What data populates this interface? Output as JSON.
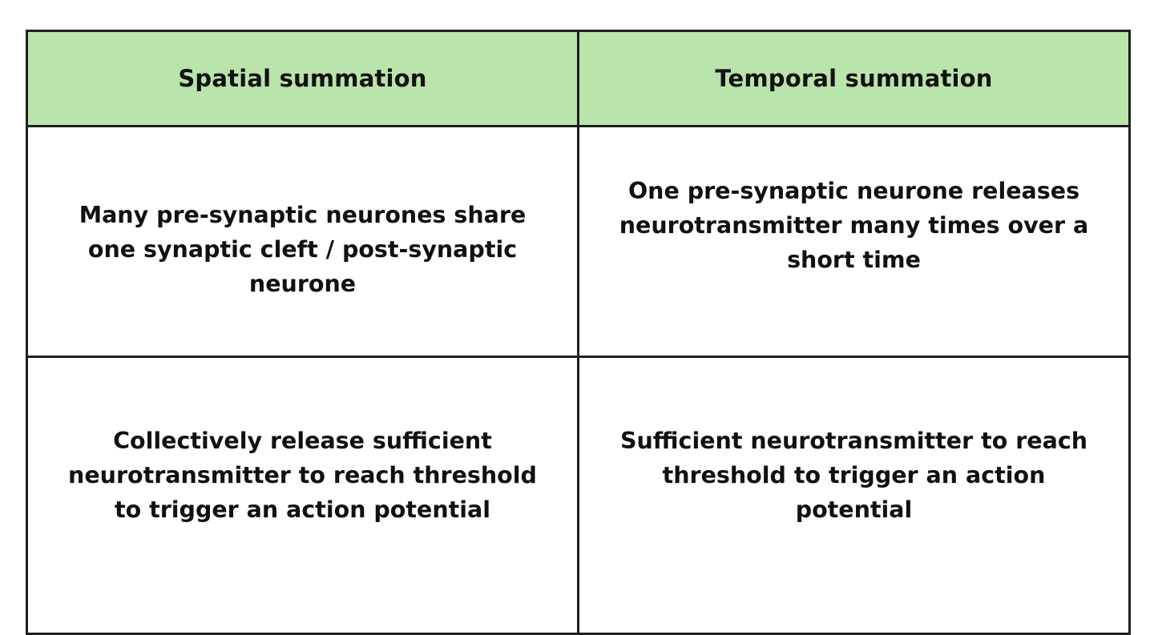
{
  "table": {
    "headers": [
      "Spatial summation",
      "Temporal summation"
    ],
    "rows": [
      [
        "Many pre-synaptic neurones share one synaptic cleft / post-synaptic neurone",
        "One pre-synaptic neurone releases neurotransmitter many times over a short time"
      ],
      [
        "Collectively release sufficient neurotransmitter to reach threshold to trigger an action potential",
        "Sufficient neurotransmitter to reach threshold to trigger an action potential"
      ]
    ]
  },
  "colors": {
    "header_background": "#b9e4ab",
    "border": "#1f1f1f",
    "text": "#111111"
  }
}
